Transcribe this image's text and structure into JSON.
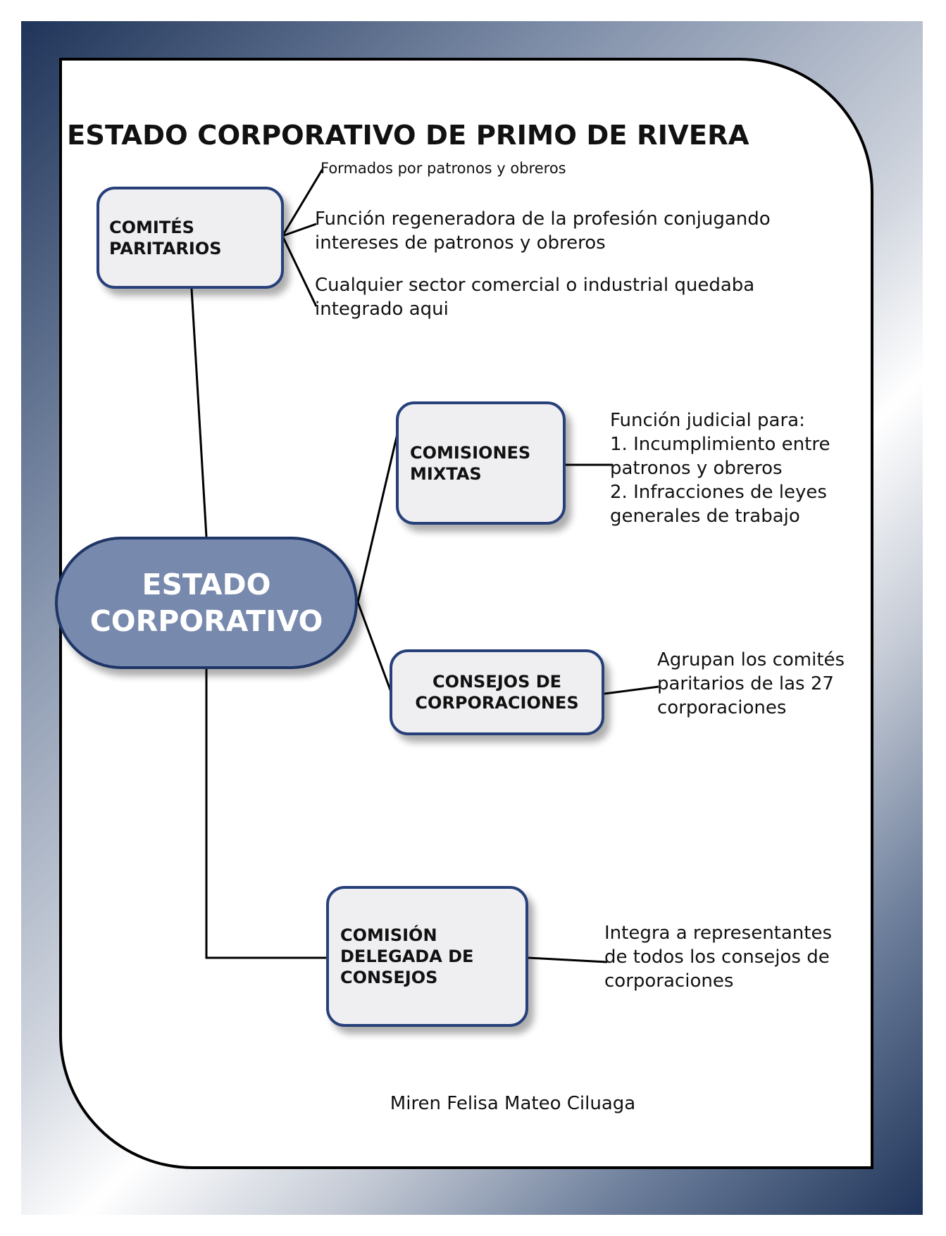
{
  "title": "ESTADO CORPORATIVO DE PRIMO DE RIVERA",
  "center": "ESTADO\nCORPORATIVO",
  "nodes": {
    "comites": "COMITÉS\nPARITARIOS",
    "comisiones": "COMISIONES\nMIXTAS",
    "consejos": "CONSEJOS DE\nCORPORACIONES",
    "comision_delegada": "COMISIÓN\nDELEGADA DE\nCONSEJOS"
  },
  "notes": {
    "comites_1": "Formados por patronos  y obreros",
    "comites_2": "Función regeneradora de la profesión conjugando\nintereses de patronos y obreros",
    "comites_3": "Cualquier sector comercial o industrial quedaba\nintegrado aqui",
    "comisiones": "Función judicial para:\n1. Incumplimiento entre\npatronos y obreros\n2. Infracciones de leyes\ngenerales de trabajo",
    "consejos": "Agrupan los comités\nparitarios de las 27\ncorporaciones",
    "comision_delegada": "Integra a representantes\nde todos los consejos de\ncorporaciones"
  },
  "author": "Miren Felisa Mateo Ciluaga",
  "colors": {
    "center_fill": "#7789ad",
    "box_border": "#27407a",
    "box_fill": "#efeff2"
  }
}
